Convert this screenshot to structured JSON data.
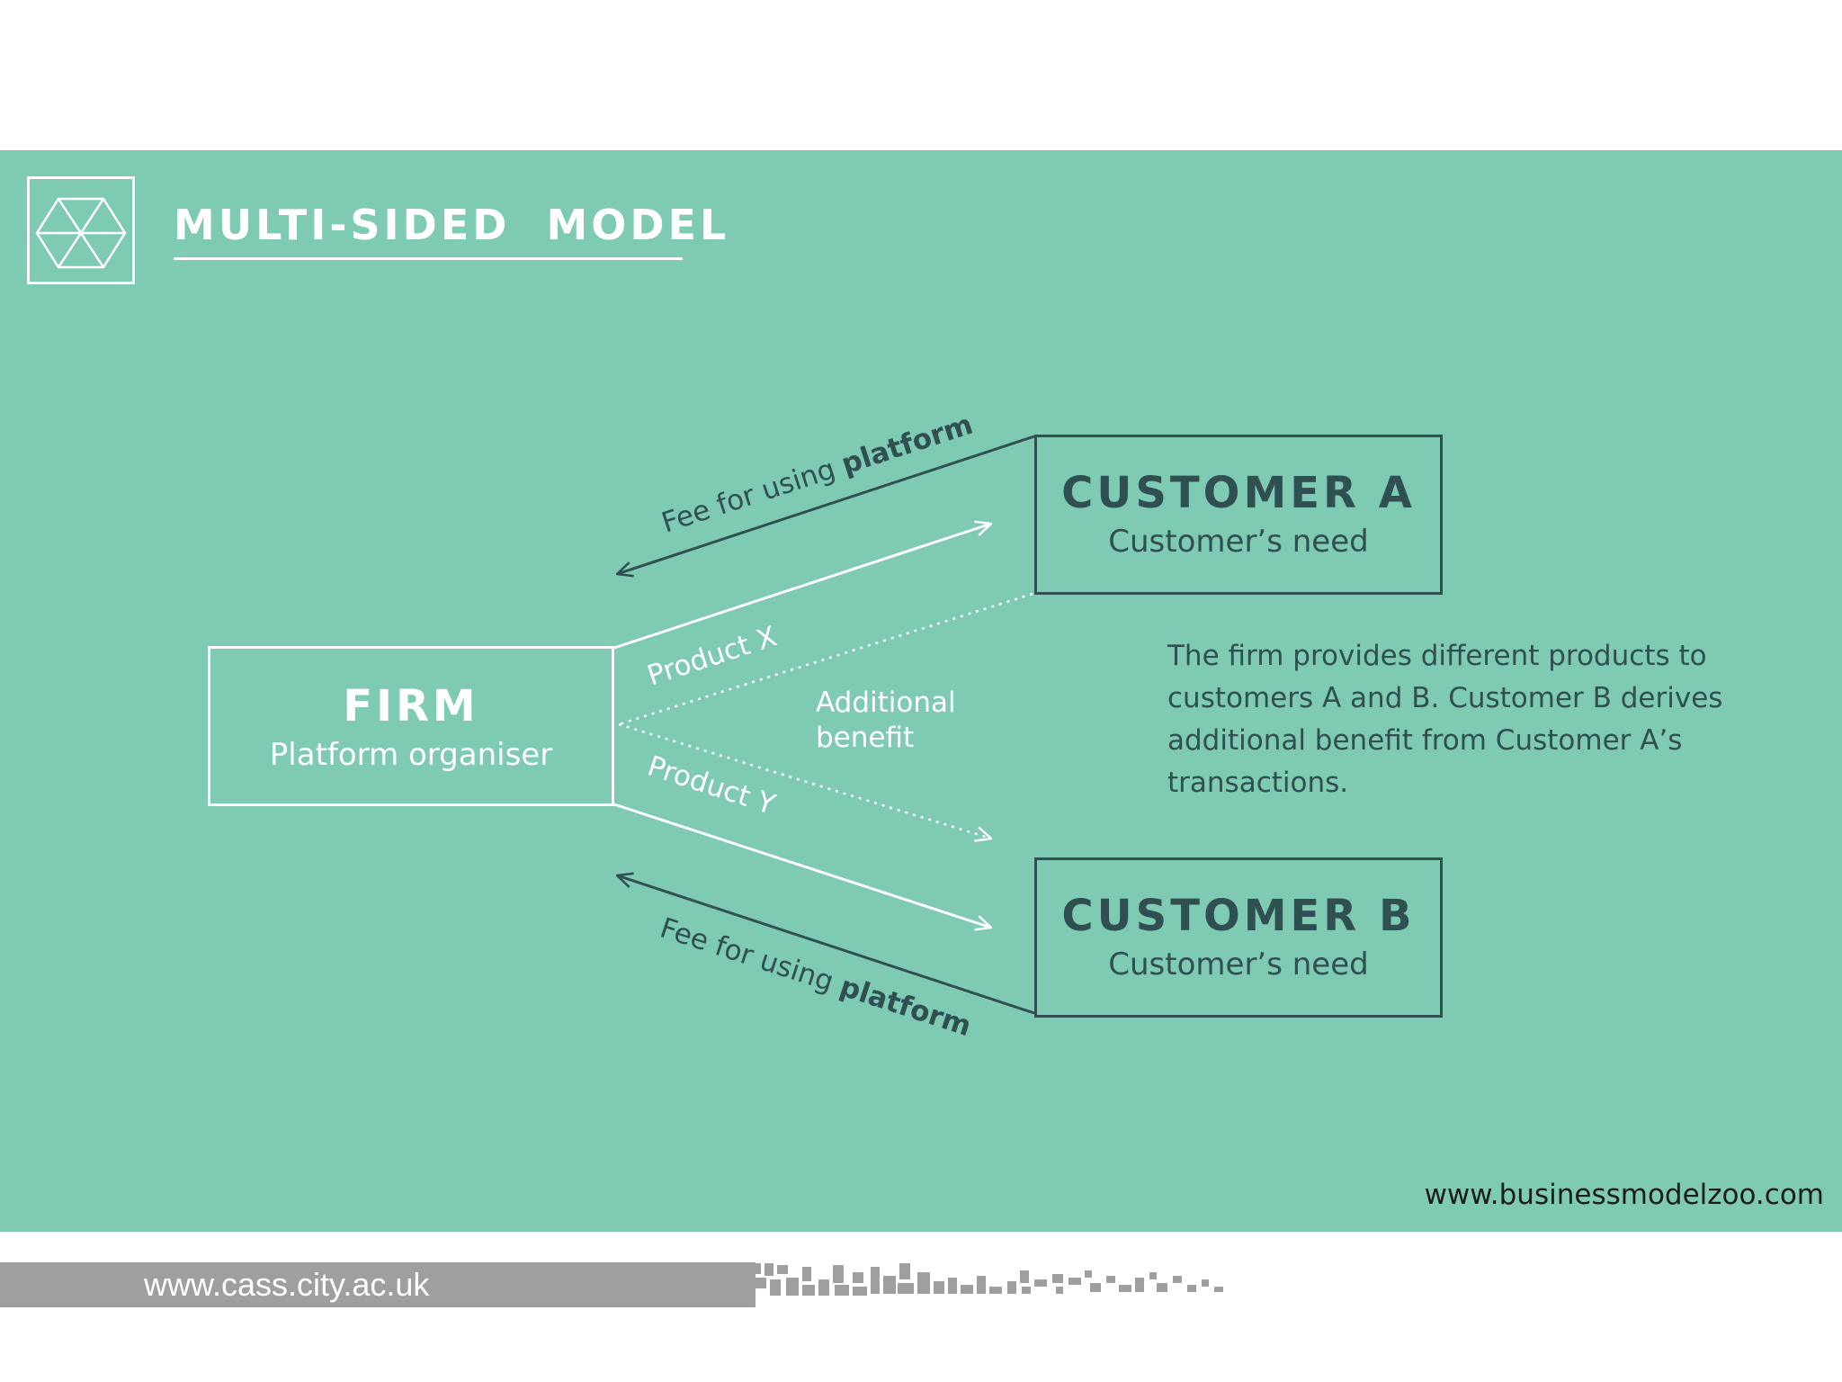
{
  "header": {
    "title": "MULTI-SIDED  MODEL"
  },
  "firm": {
    "title": "FIRM",
    "subtitle": "Platform organiser"
  },
  "customer_a": {
    "title": "CUSTOMER A",
    "subtitle": "Customer’s need"
  },
  "customer_b": {
    "title": "CUSTOMER B",
    "subtitle": "Customer’s need"
  },
  "labels": {
    "fee_a_prefix": "Fee for using ",
    "fee_a_bold": "platform",
    "fee_b_prefix": "Fee for using ",
    "fee_b_bold": "platform",
    "product_x": "Product X",
    "product_y": "Product Y",
    "additional_1": "Additional",
    "additional_2": "benefit"
  },
  "description": "The firm provides different products to customers A and B. Customer B derives additional benefit from Customer A’s transactions.",
  "source": "www.businessmodelzoo.com",
  "footer": {
    "url": "www.cass.city.ac.uk"
  },
  "colors": {
    "panel": "#7ecab3",
    "dark": "#2f4f50",
    "light": "#ffffff",
    "footer_bar": "#a09ea1"
  }
}
